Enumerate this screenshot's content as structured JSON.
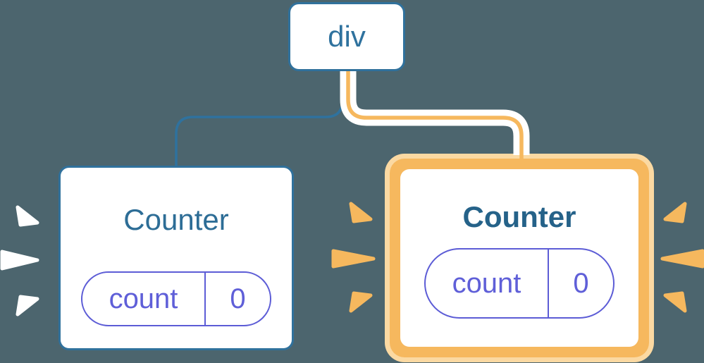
{
  "diagram": {
    "background_color": "#4c656e",
    "root_node": {
      "label": "div"
    },
    "edges": {
      "left_edge_color": "#2f729e",
      "right_edge_color": "#f6b85e",
      "right_edge_casing_color": "#ffffff"
    },
    "left_card": {
      "title": "Counter",
      "state": {
        "key": "count",
        "value": "0"
      },
      "border_color": "#30719c",
      "title_color": "#2d6d96",
      "pill_border_color": "#5c5cd6",
      "pill_text_color": "#5f5fd8"
    },
    "right_card": {
      "title": "Counter",
      "state": {
        "key": "count",
        "value": "0"
      },
      "highlight_ring_color": "#f6b85e",
      "highlight_glow_color": "#fbd9a2",
      "title_color": "#256289",
      "pill_border_color": "#5c5cd6",
      "pill_text_color": "#5f5fd8"
    },
    "sparks": {
      "left_group_color": "#ffffff",
      "middle_group_color": "#f6b85e",
      "right_group_color": "#f6b85e"
    }
  }
}
